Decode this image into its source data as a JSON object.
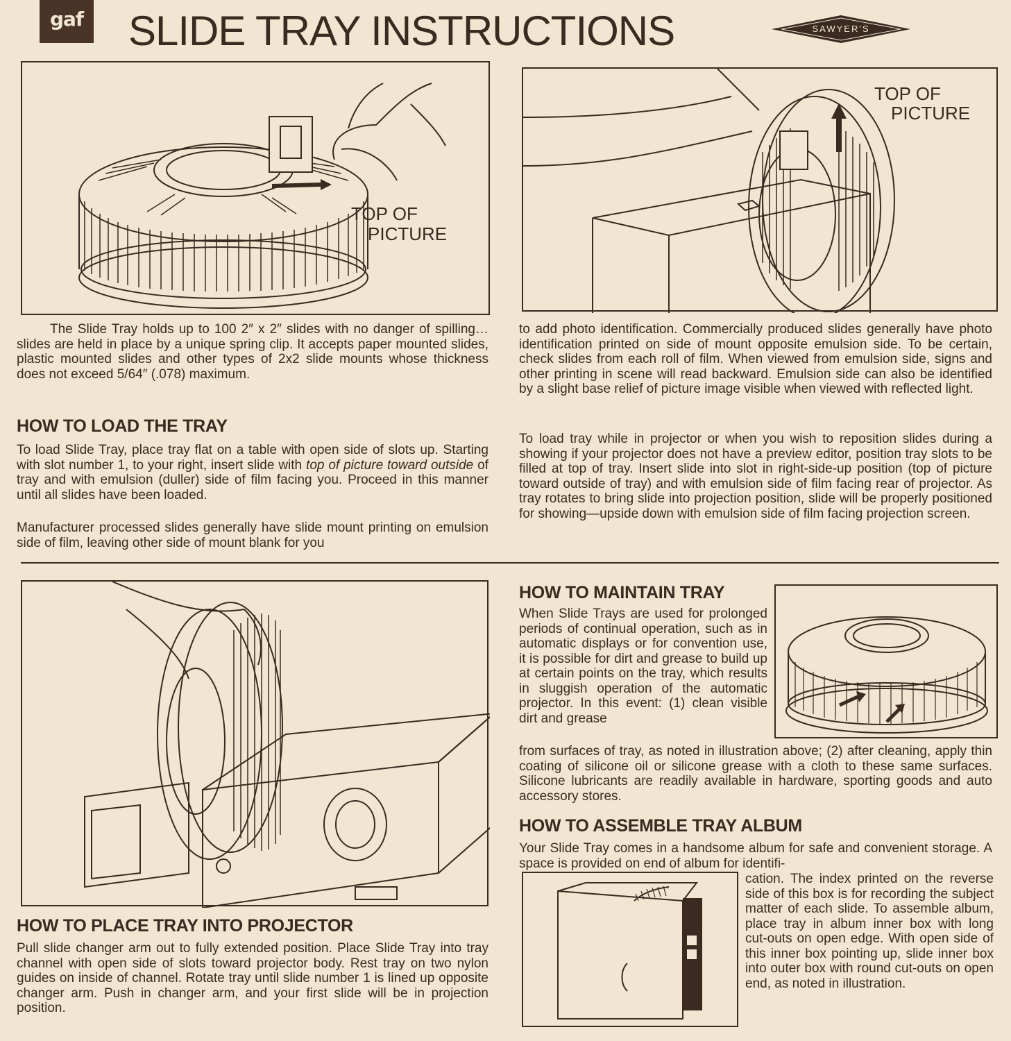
{
  "header": {
    "logo": "gaf",
    "title": "SLIDE TRAY INSTRUCTIONS",
    "brand": "SAWYER'S"
  },
  "figures": {
    "fig1_caption_line1": "TOP OF",
    "fig1_caption_line2": "PICTURE",
    "fig2_caption_line1": "TOP OF",
    "fig2_caption_line2": "PICTURE"
  },
  "intro": {
    "text": "The Slide Tray holds up to 100 2″ x 2″ slides with no danger of spilling…slides are held in place by a unique spring clip. It accepts paper mounted slides, plastic mounted slides and other types of 2x2 slide mounts whose thickness does not exceed 5/64″ (.078) maximum."
  },
  "load": {
    "heading": "HOW TO LOAD THE TRAY",
    "p1_before": "To load Slide Tray, place tray flat on a table with open side of slots up. Starting with slot number 1, to your right, insert slide with ",
    "p1_em": "top of picture toward outside",
    "p1_after": " of tray and with emulsion (duller) side of film facing you. Proceed in this manner until all slides have been loaded.",
    "p2": "Manufacturer processed slides generally have slide mount printing on emulsion side of film, leaving other side of mount blank for you"
  },
  "right_column": {
    "p1": "to add photo identification. Commercially produced slides generally have photo identification printed on side of mount opposite emulsion side. To be certain, check slides from each roll of film. When viewed from emulsion side, signs and other printing in scene will read backward. Emulsion side can also be identified by a slight base relief of picture image visible when viewed with reflected light.",
    "p2": "To load tray while in projector or when you wish to reposition slides during a showing if your projector does not have a preview editor, position tray slots to be filled at top of tray. Insert slide into slot in right-side-up position (top of picture toward outside of tray) and with emulsion side of film facing rear of projector. As tray rotates to bring slide into projection position, slide will be properly positioned for showing—upside down with emulsion side of film facing projection screen."
  },
  "maintain": {
    "heading": "HOW TO MAINTAIN TRAY",
    "text_narrow": "When Slide Trays are used for prolonged periods of continual operation, such as in automatic displays or for convention use, it is possible for dirt and grease to build up at certain points on the tray, which results in sluggish operation of the automatic projector. In this event: (1) clean visible dirt and grease",
    "text_wide": "from surfaces of tray, as noted in illustration above; (2) after cleaning, apply thin coating of silicone oil or silicone grease with a cloth to these same surfaces. Silicone lubricants are readily available in hardware, sporting goods and auto accessory stores."
  },
  "place": {
    "heading": "HOW TO PLACE TRAY INTO PROJECTOR",
    "text": "Pull slide changer arm out to fully extended position. Place Slide Tray into tray channel with open side of slots toward projector body. Rest tray on two nylon guides on inside of channel. Rotate tray until slide number 1 is lined up opposite changer arm. Push in changer arm, and your first slide will be in projection position."
  },
  "assemble": {
    "heading": "HOW TO ASSEMBLE TRAY ALBUM",
    "text_wide": "Your Slide Tray comes in a handsome album for safe and convenient storage. A space is provided on end of album for identifi-",
    "text_narrow": "cation. The index printed on the reverse side of this box is for recording the subject matter of each slide. To assemble album, place tray in album inner box with long cut-outs on open edge. With open side of this inner box pointing up, slide inner box into outer box with round cut-outs on open end, as noted in illustration."
  }
}
